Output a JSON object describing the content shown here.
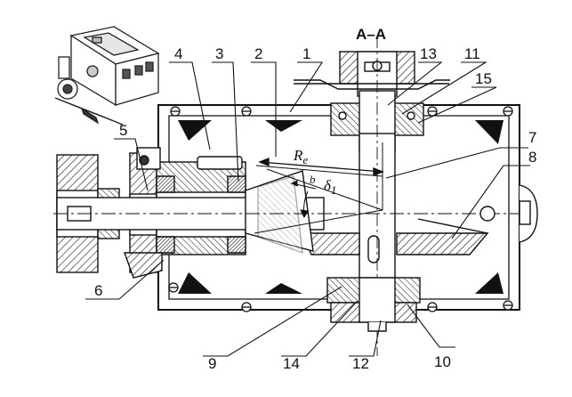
{
  "section_label": "A–A",
  "part_numbers": [
    "1",
    "2",
    "3",
    "4",
    "5",
    "6",
    "7",
    "8",
    "9",
    "10",
    "11",
    "12",
    "13",
    "14",
    "15"
  ],
  "dimension_labels": {
    "cone_distance": "R",
    "cone_distance_sub": "e",
    "face_width": "b",
    "pitch_angle": "δ",
    "pitch_angle_sub": "1"
  }
}
